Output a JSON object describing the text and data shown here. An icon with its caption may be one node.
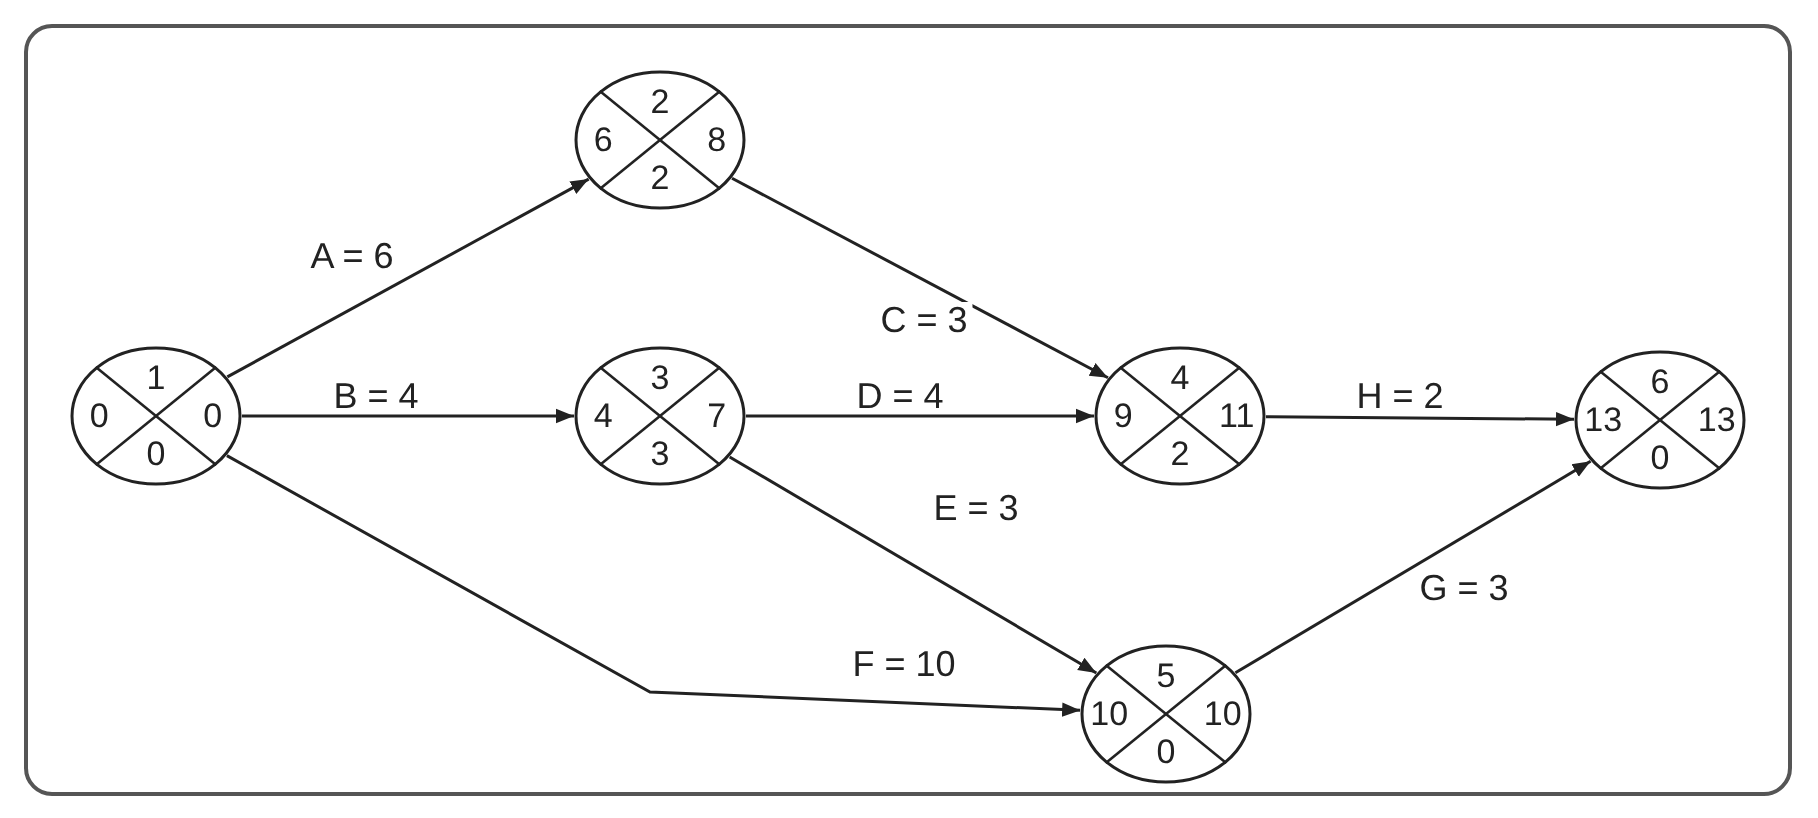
{
  "diagram": {
    "nodes": [
      {
        "text": [
          "1",
          "0",
          "0",
          "0"
        ]
      },
      {
        "text": [
          "2",
          "6",
          "8",
          "2"
        ]
      },
      {
        "text": [
          "3",
          "4",
          "7",
          "3"
        ]
      },
      {
        "text": [
          "4",
          "9",
          "11",
          "2"
        ]
      },
      {
        "text": [
          "5",
          "10",
          "10",
          "0"
        ]
      },
      {
        "text": [
          "6",
          "13",
          "13",
          "0"
        ]
      }
    ],
    "edges": [
      {
        "from": 0,
        "to": 1,
        "arrow": "to",
        "label": "A = 6"
      },
      {
        "from": 0,
        "to": 2,
        "arrow": "to",
        "label": "B = 4"
      },
      {
        "from": 0,
        "to": 4,
        "arrow": "to",
        "label": "F = 10"
      },
      {
        "from": 1,
        "to": 3,
        "arrow": "to",
        "label": "C = 3"
      },
      {
        "from": 2,
        "to": 3,
        "arrow": "to",
        "label": "D = 4"
      },
      {
        "from": 2,
        "to": 4,
        "arrow": "to",
        "label": "E = 3"
      },
      {
        "from": 3,
        "to": 5,
        "arrow": "to",
        "label": "H = 2"
      },
      {
        "from": 4,
        "to": 5,
        "arrow": "to",
        "label": "G = 3"
      }
    ]
  }
}
